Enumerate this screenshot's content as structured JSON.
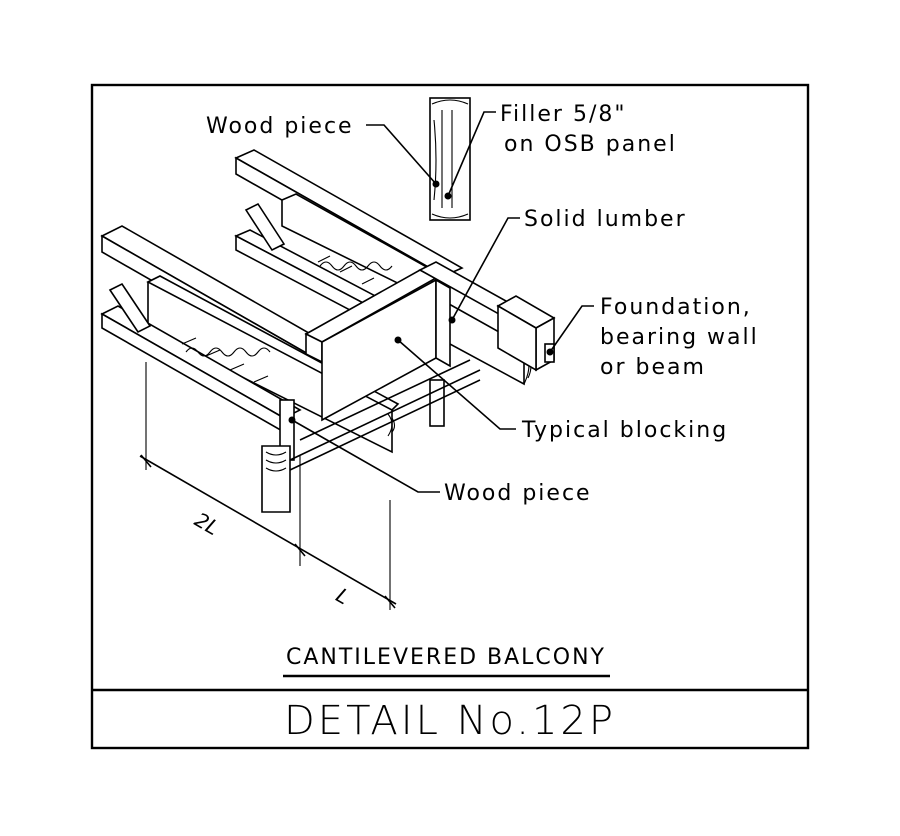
{
  "labels": {
    "wood_piece_top": "Wood piece",
    "filler_line1": "Filler 5/8\"",
    "filler_line2": "on OSB panel",
    "solid_lumber": "Solid lumber",
    "foundation_line1": "Foundation,",
    "foundation_line2": "bearing wall",
    "foundation_line3": "or beam",
    "typical_blocking": "Typical blocking",
    "wood_piece_bottom": "Wood piece"
  },
  "dimensions": {
    "long": "2L",
    "short": "L"
  },
  "caption": "CANTILEVERED BALCONY",
  "detail_title": "DETAIL No.12P"
}
